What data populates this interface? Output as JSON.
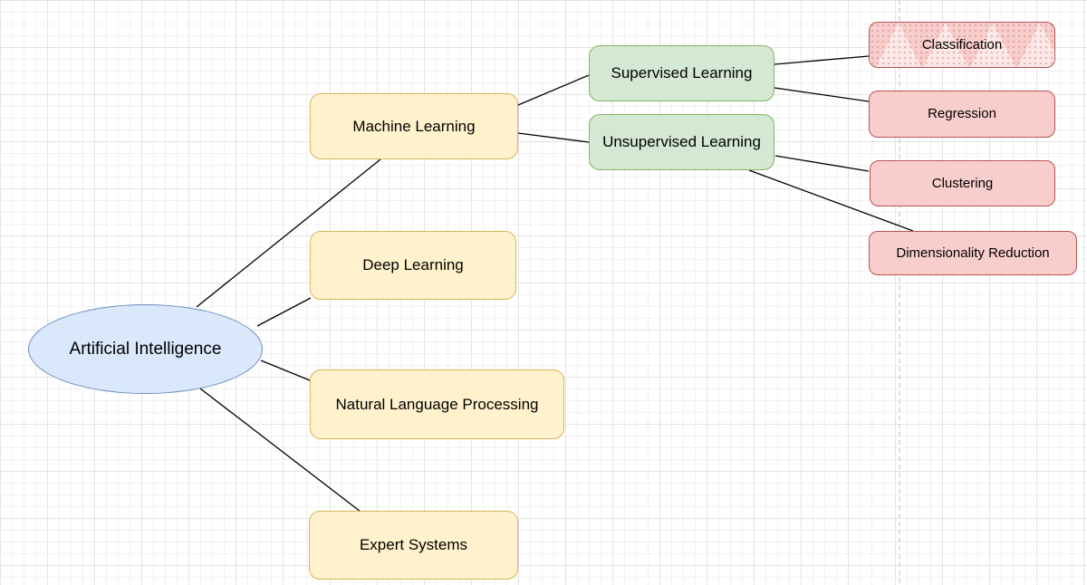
{
  "diagram": {
    "nodes": {
      "ai": {
        "label": "Artificial Intelligence",
        "type": "ellipse"
      },
      "ml": {
        "label": "Machine Learning",
        "type": "rounded-rect"
      },
      "dl": {
        "label": "Deep Learning",
        "type": "rounded-rect"
      },
      "nlp": {
        "label": "Natural Language Processing",
        "type": "rounded-rect"
      },
      "es": {
        "label": "Expert Systems",
        "type": "rounded-rect"
      },
      "sl": {
        "label": "Supervised Learning",
        "type": "rounded-rect"
      },
      "ul": {
        "label": "Unsupervised Learning",
        "type": "rounded-rect"
      },
      "cls": {
        "label": "Classification",
        "type": "rounded-rect-textured"
      },
      "reg": {
        "label": "Regression",
        "type": "rounded-rect"
      },
      "clu": {
        "label": "Clustering",
        "type": "rounded-rect"
      },
      "dim": {
        "label": "Dimensionality Reduction",
        "type": "rounded-rect"
      }
    },
    "edges": [
      {
        "from": "ai",
        "to": "ml"
      },
      {
        "from": "ai",
        "to": "dl"
      },
      {
        "from": "ai",
        "to": "nlp"
      },
      {
        "from": "ai",
        "to": "es"
      },
      {
        "from": "ml",
        "to": "sl"
      },
      {
        "from": "ml",
        "to": "ul"
      },
      {
        "from": "sl",
        "to": "cls"
      },
      {
        "from": "sl",
        "to": "reg"
      },
      {
        "from": "ul",
        "to": "clu"
      },
      {
        "from": "ul",
        "to": "dim"
      }
    ],
    "colors": {
      "blue_fill": "#dae8fc",
      "blue_stroke": "#6c8ebf",
      "yellow_fill": "#fff2cc",
      "yellow_stroke": "#d6b656",
      "green_fill": "#d5e8d4",
      "green_stroke": "#82b366",
      "red_fill": "#f8cecc",
      "red_stroke": "#b85450",
      "edge_color": "#000000",
      "page_guide_color": "#c9c9c9"
    }
  }
}
